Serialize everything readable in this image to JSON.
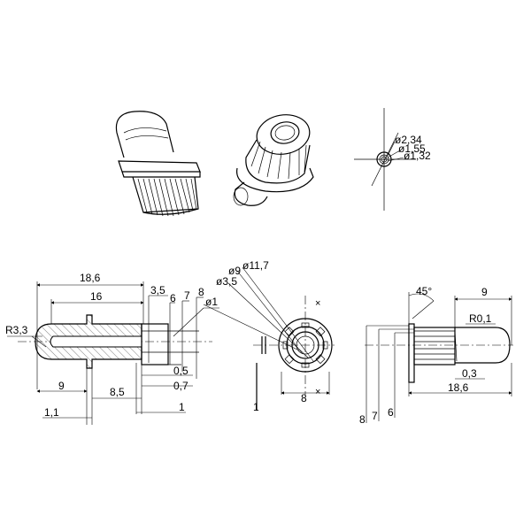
{
  "dimensions": {
    "overall_length_left": "18,6",
    "inner_length": "16",
    "radius_end": "R3,3",
    "step_3_5": "3,5",
    "dia_6": "6",
    "dia_7": "7",
    "dia_8": "8",
    "dia_1": "ø1",
    "gap_0_5": "0,5",
    "gap_0_7": "0,7",
    "len_9_left": "9",
    "len_8_5": "8,5",
    "len_1": "1",
    "len_1_1": "1,1",
    "dia_11_7": "ø11,7",
    "dia_9": "ø9",
    "dia_3_5": "ø3,5",
    "front_width_8": "8",
    "front_dim_1": "1",
    "angle_45": "45°",
    "len_9_right": "9",
    "radius_0_1": "R0,1",
    "gap_0_3": "0,3",
    "overall_length_right": "18,6",
    "right_dia_8": "8",
    "right_dia_7": "7",
    "right_dia_6": "6",
    "detail_dia_2_34": "ø2,34",
    "detail_dia_1_55": "ø1,55",
    "detail_dia_1_32": "ø1,32"
  }
}
